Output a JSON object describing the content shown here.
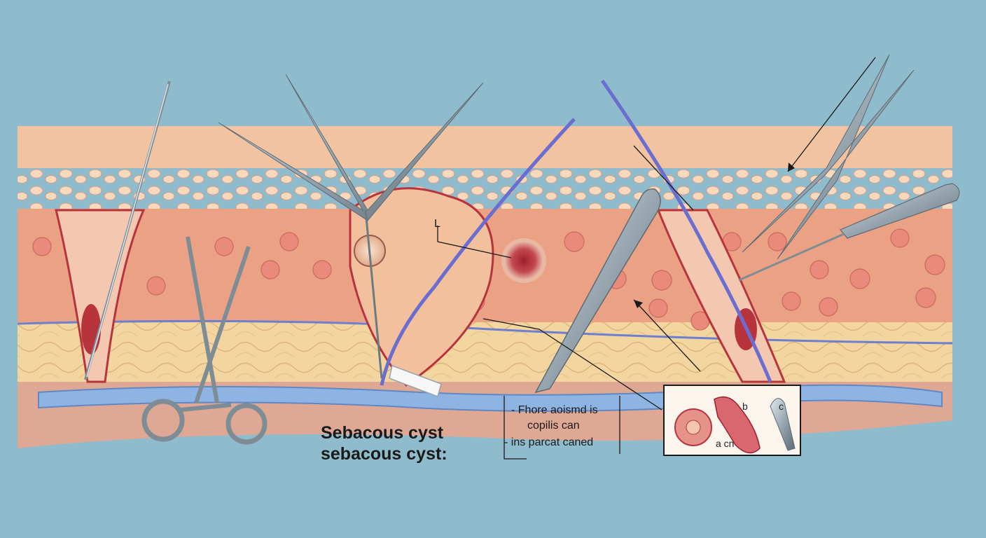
{
  "colors": {
    "background": "#8fbccd",
    "epidermis": "#f3c6a2",
    "dermis": "#eaa487",
    "fat": "#f1d49a",
    "vessel": "#7ea6d9",
    "steel": "#8c9aa4",
    "lesion": "#b8343d"
  },
  "caption": {
    "line1": "Sebacous cyst",
    "line2": "sebacous cyst:"
  },
  "notes": {
    "line1": "- Fhore aoismd is",
    "line2": "copilis can",
    "line3": "- ins parcat caned"
  },
  "inset": {
    "label_b": "b",
    "label_c": "c",
    "label_acn": "a cn"
  },
  "marker": {
    "label": "L"
  }
}
